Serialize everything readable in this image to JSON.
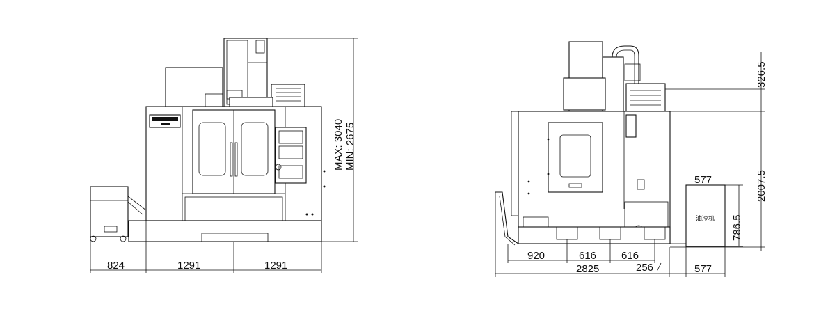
{
  "front_view": {
    "brand_plate": "",
    "height_max": "MAX: 3040",
    "height_min": "MIN: 2675",
    "width_dims": [
      "824",
      "1291",
      "1291"
    ]
  },
  "side_view": {
    "tank_label": "油冷机",
    "tank_width_top": "577",
    "tank_height": "786.5",
    "top_height": "326.5",
    "body_height": "2007.5",
    "bottom_dims": [
      "920",
      "616",
      "616"
    ],
    "offset_dim": "256",
    "overall_depth": "2825",
    "tank_width_bottom": "577"
  }
}
